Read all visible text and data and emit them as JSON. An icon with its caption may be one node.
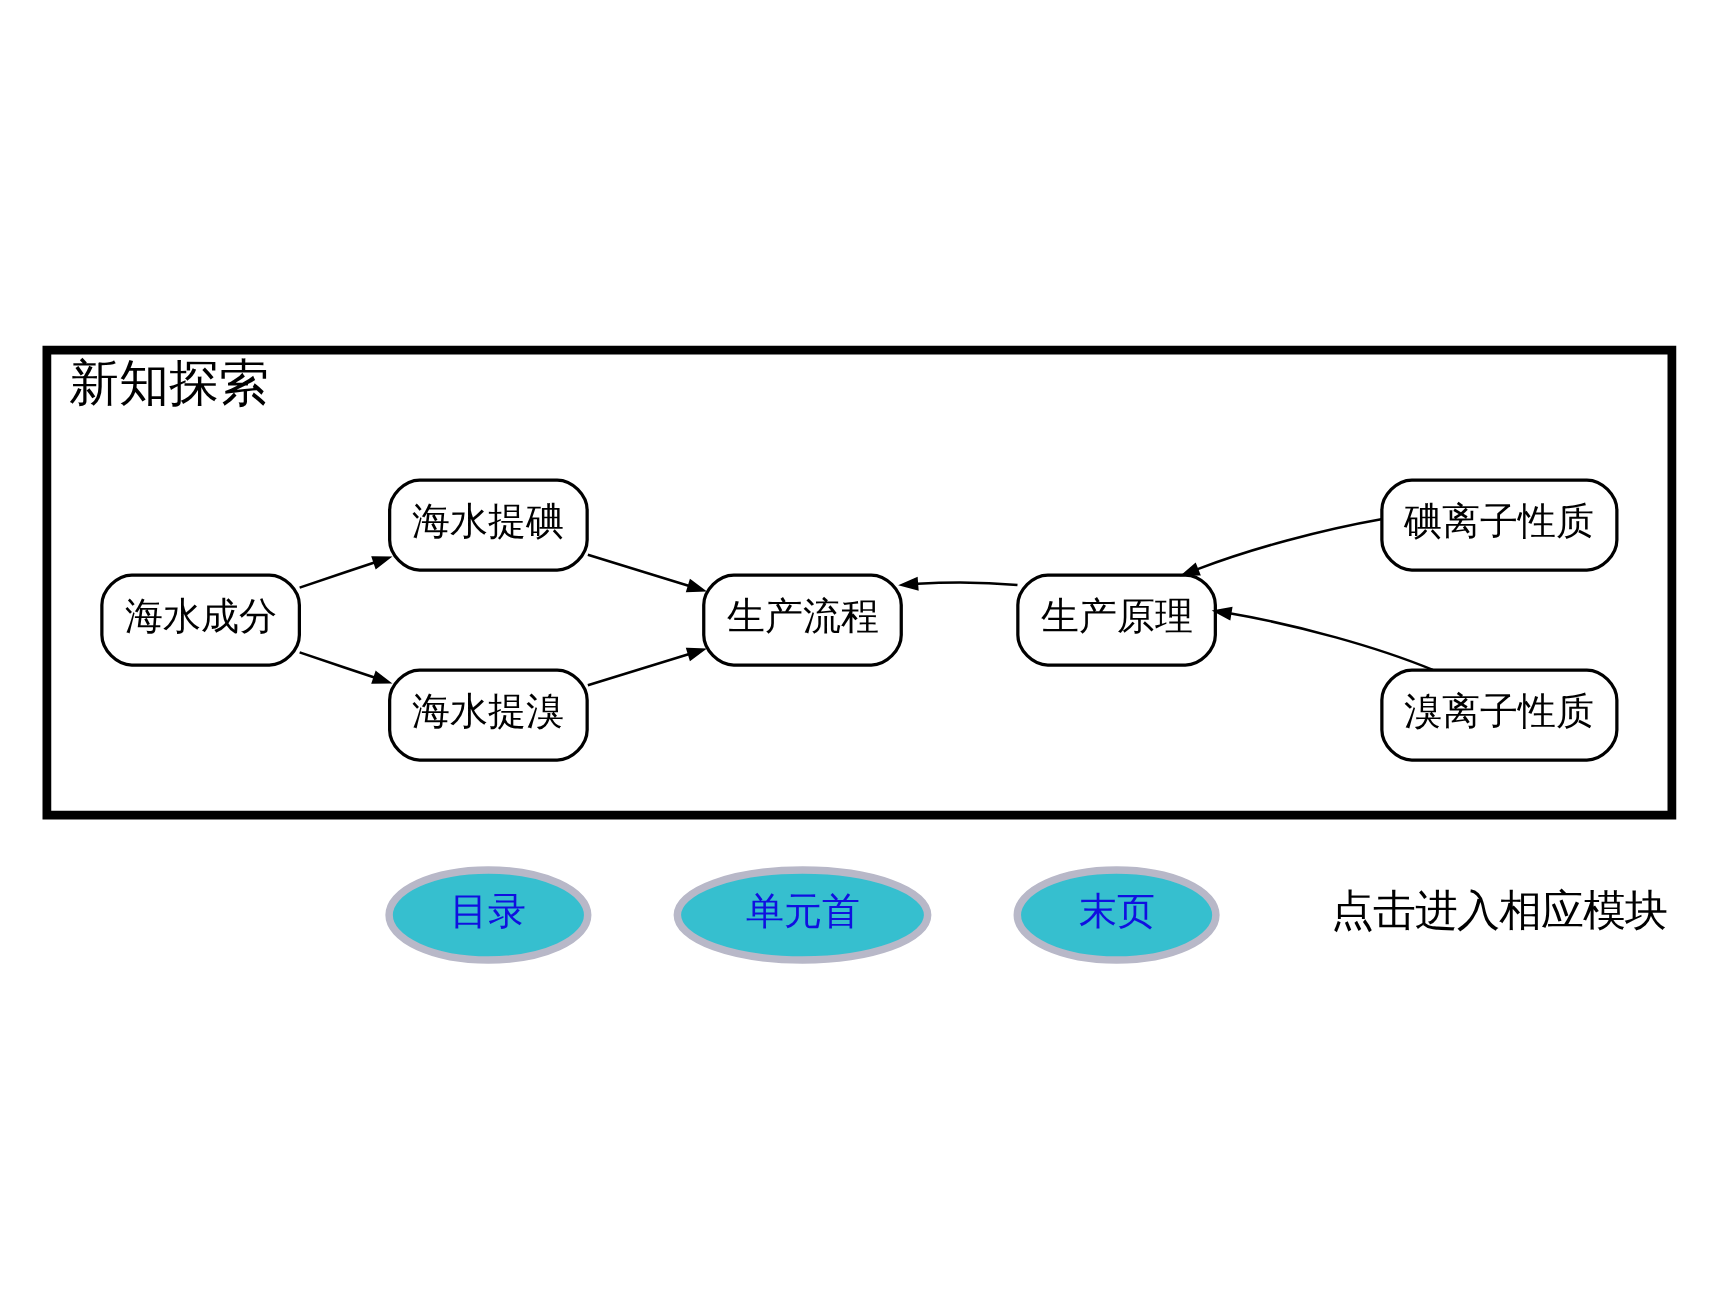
{
  "diagram": {
    "nodes": [
      {
        "text": [
          "新知探索"
        ]
      },
      {
        "text": [
          "海水成分"
        ],
        "in": 0
      },
      {
        "text": [
          "海水提碘"
        ],
        "in": 0
      },
      {
        "text": [
          "海水提溴"
        ],
        "in": 0
      },
      {
        "text": [
          "生产流程"
        ],
        "in": 0
      },
      {
        "text": [
          "生产原理"
        ],
        "in": 0
      },
      {
        "text": [
          "碘离子性质"
        ],
        "in": 0
      },
      {
        "text": [
          "溴离子性质"
        ],
        "in": 0
      },
      {
        "text": [
          "目录"
        ]
      },
      {
        "text": [
          "单元首"
        ]
      },
      {
        "text": [
          "末页"
        ]
      }
    ],
    "edges": [
      {
        "from": 1,
        "to": 2,
        "arrow": "to"
      },
      {
        "from": 1,
        "to": 3,
        "arrow": "to"
      },
      {
        "from": 2,
        "to": 4,
        "arrow": "to"
      },
      {
        "from": 3,
        "to": 4,
        "arrow": "to"
      },
      {
        "from": 5,
        "to": 4,
        "arrow": "to"
      },
      {
        "from": 6,
        "to": 5,
        "arrow": "to"
      },
      {
        "from": 7,
        "to": 5,
        "arrow": "to"
      }
    ],
    "labels": [
      "点击进入相应模块"
    ]
  }
}
